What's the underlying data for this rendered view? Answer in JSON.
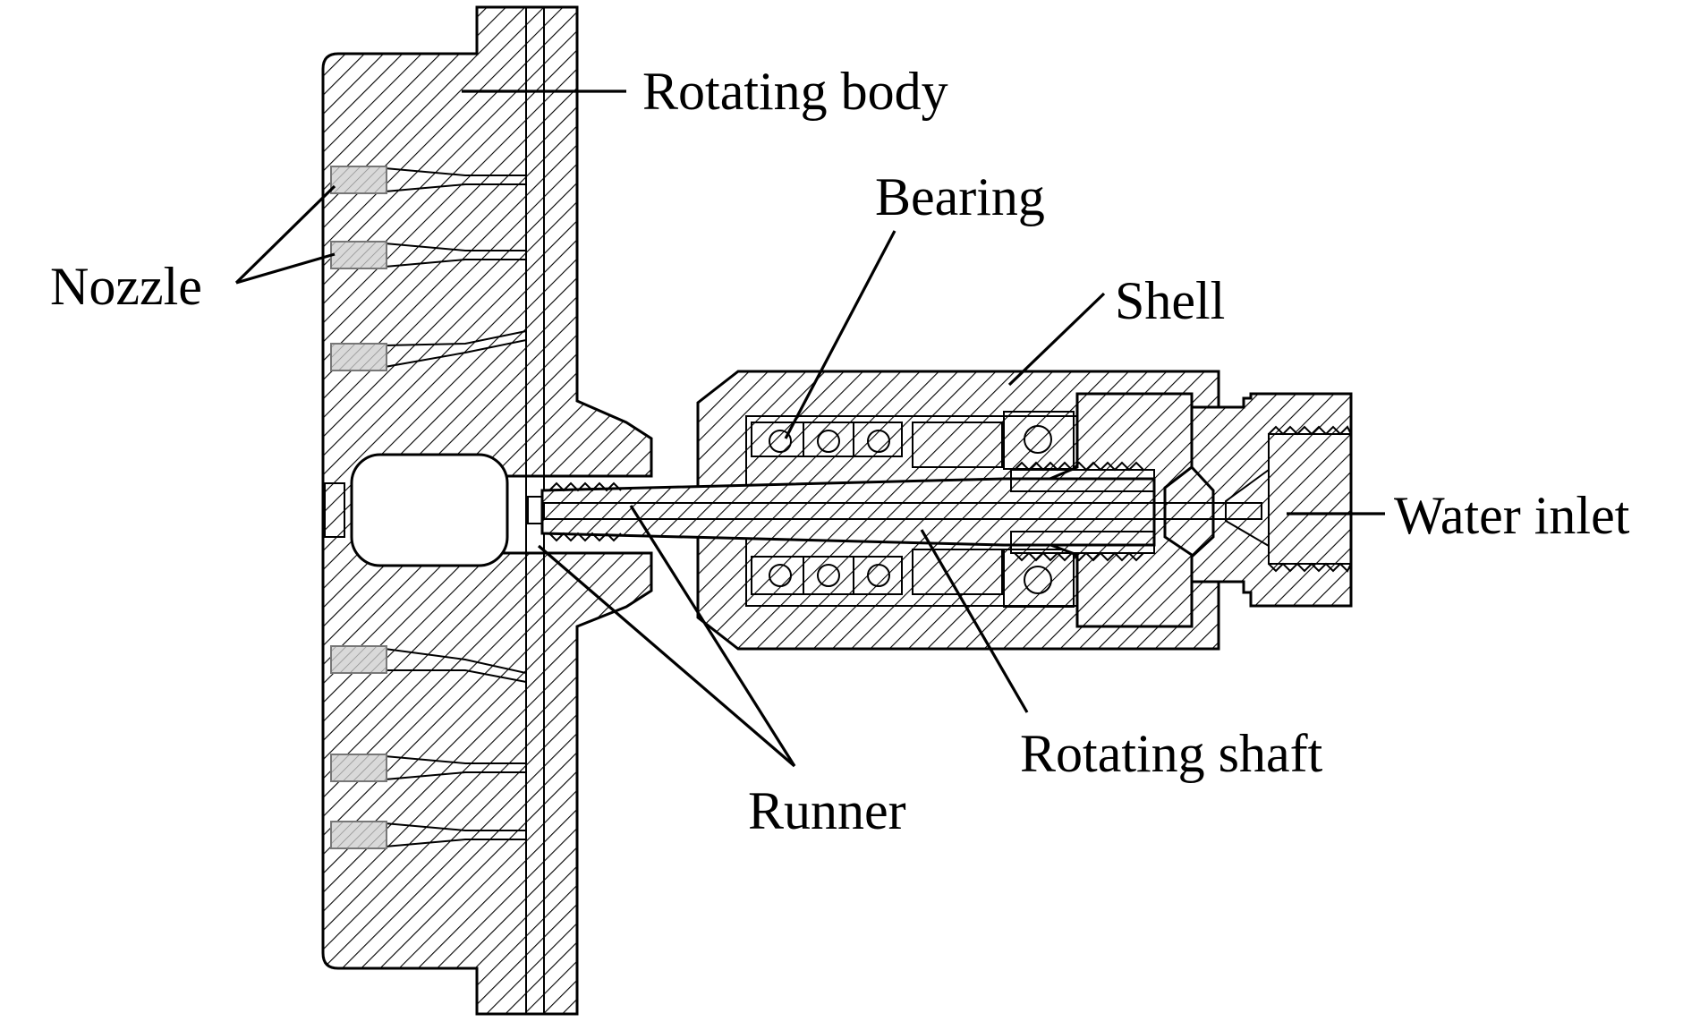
{
  "labels": {
    "rotating_body": "Rotating body",
    "bearing": "Bearing",
    "shell": "Shell",
    "nozzle": "Nozzle",
    "water_inlet": "Water inlet",
    "rotating_shaft": "Rotating shaft",
    "runner": "Runner"
  },
  "colors": {
    "ink": "#000000",
    "paper": "#ffffff",
    "nozzle_fill": "#d9d9d9"
  }
}
